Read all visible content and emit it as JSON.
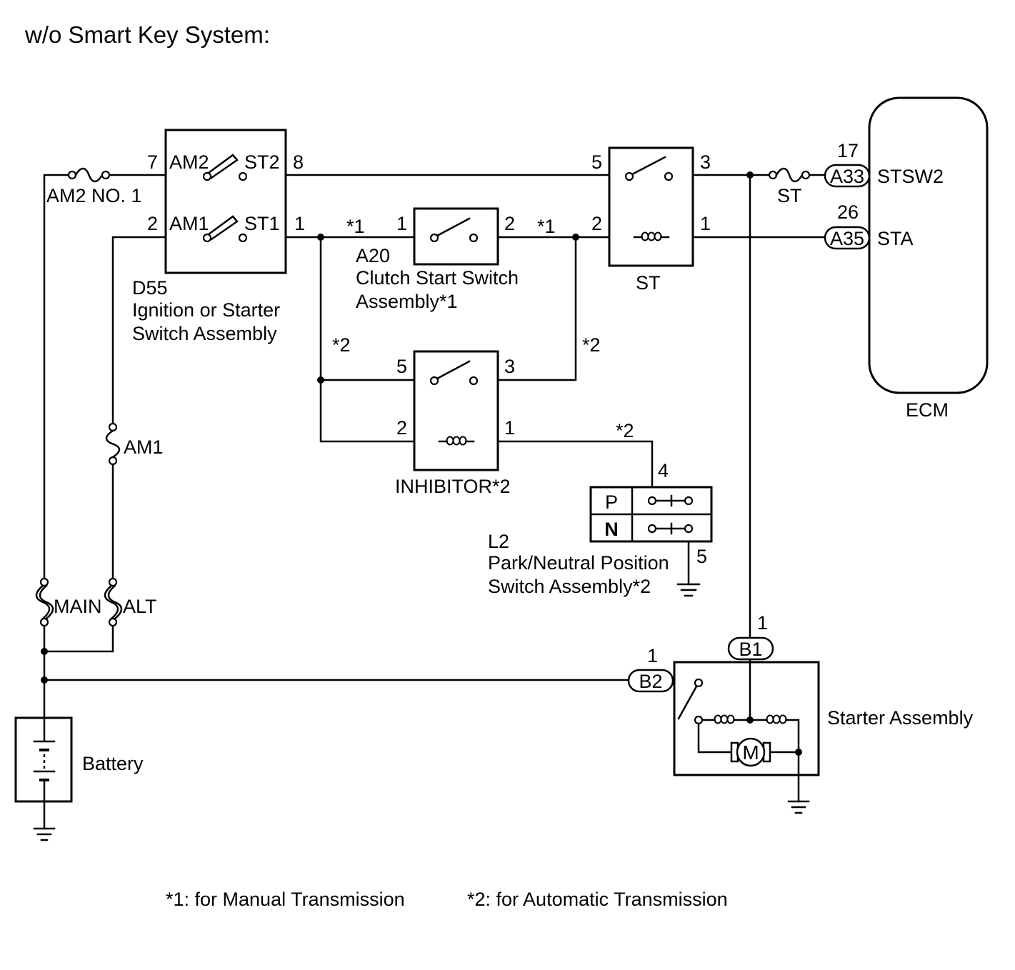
{
  "title": "w/o Smart Key System:",
  "ignition_switch": {
    "code": "D55",
    "name_line1": "Ignition or Starter",
    "name_line2": "Switch Assembly",
    "pin_am2": "7",
    "pin_st2": "8",
    "pin_am1": "2",
    "pin_st1": "1",
    "terminal_am2": "AM2",
    "terminal_st2": "ST2",
    "terminal_am1": "AM1",
    "terminal_st1": "ST1"
  },
  "fuses": {
    "am2_no1": "AM2 NO. 1",
    "am1": "AM1",
    "st": "ST",
    "main": "MAIN",
    "alt": "ALT"
  },
  "clutch_switch": {
    "code": "A20",
    "name_line1": "Clutch Start Switch",
    "name_line2": "Assembly*1",
    "pin_in": "1",
    "pin_out": "2",
    "mark_in": "*1",
    "mark_out": "*1"
  },
  "st_relay": {
    "name": "ST",
    "pin_5": "5",
    "pin_3": "3",
    "pin_2": "2",
    "pin_1": "1"
  },
  "inhibitor": {
    "name": "INHIBITOR*2",
    "pin_5": "5",
    "pin_3": "3",
    "pin_2": "2",
    "pin_1": "1",
    "mark_in": "*2",
    "mark_out": "*2"
  },
  "pn_switch": {
    "code": "L2",
    "name_line1": "Park/Neutral Position",
    "name_line2": "Switch Assembly*2",
    "pin_4": "4",
    "pin_5": "5",
    "position_p": "P",
    "position_n": "N",
    "mark_feed": "*2"
  },
  "ecm": {
    "name": "ECM",
    "terminal_stsw2": "STSW2",
    "terminal_sta": "STA",
    "connector_stsw2": "A33",
    "pin_stsw2": "17",
    "connector_sta": "A35",
    "pin_sta": "26"
  },
  "starter": {
    "name": "Starter Assembly",
    "connector_b1": "B1",
    "pin_b1": "1",
    "connector_b2": "B2",
    "pin_b2": "1",
    "motor_label": "M"
  },
  "battery": {
    "name": "Battery"
  },
  "footnotes": [
    "*1: for Manual Transmission",
    "*2: for Automatic Transmission"
  ]
}
